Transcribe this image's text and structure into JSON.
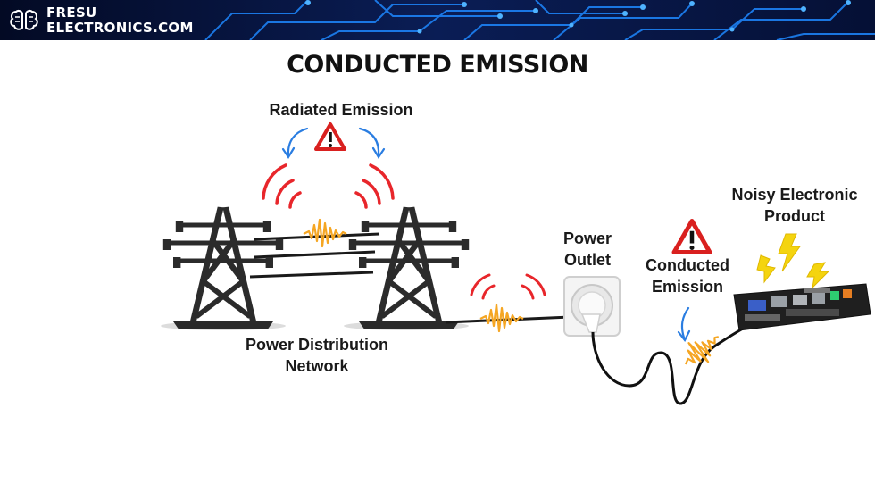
{
  "brand": {
    "line1": "FRESU",
    "line2": "ELECTRONICS.COM"
  },
  "title": "CONDUCTED EMISSION",
  "labels": {
    "radiated": "Radiated Emission",
    "grid_line1": "Power Distribution",
    "grid_line2": "Network",
    "outlet_line1": "Power",
    "outlet_line2": "Outlet",
    "conducted_line1": "Conducted",
    "conducted_line2": "Emission",
    "product_line1": "Noisy Electronic",
    "product_line2": "Product"
  },
  "colors": {
    "banner": "#06123a",
    "circuit": "#1e88ff",
    "emission_red": "#e8262b",
    "noise_orange": "#f5a623",
    "arrow_blue": "#2a7de1",
    "warning_red": "#d9201f",
    "lightning": "#f4d40f",
    "tower": "#2b2b2b",
    "board": "#1f1f1f"
  },
  "icons": [
    "brain-logo-icon",
    "warning-icon",
    "lightning-icon",
    "power-tower-icon",
    "power-socket-icon",
    "motherboard-icon"
  ]
}
